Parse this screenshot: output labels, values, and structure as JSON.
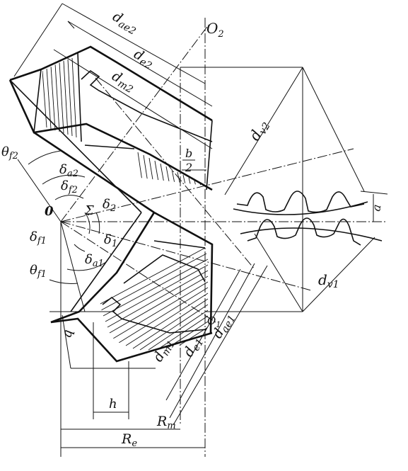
{
  "figure": {
    "labels": {
      "o2": "O",
      "o2_sub": "2",
      "o": "0",
      "o1": "O",
      "o1_sub": "1",
      "dae2": "d",
      "dae2_sub": "ae2",
      "de2": "d",
      "de2_sub": "e2",
      "dm2": "d",
      "dm2_sub": "m2",
      "dae1": "d",
      "dae1_sub": "ae1",
      "de1": "d",
      "de1_sub": "e1",
      "dm1": "d",
      "dm1_sub": "m1",
      "dv2": "d",
      "dv2_sub": "v2",
      "dv1": "d",
      "dv1_sub": "v1",
      "theta_f2": "θ",
      "theta_f2_sub": "f2",
      "theta_f1": "θ",
      "theta_f1_sub": "f1",
      "delta_a2": "δ",
      "delta_a2_sub": "a2",
      "delta_f2": "δ",
      "delta_f2_sub": "f2",
      "delta_2": "δ",
      "delta_2_sub": "2",
      "delta_1": "δ",
      "delta_1_sub": "1",
      "delta_f1": "δ",
      "delta_f1_sub": "f1",
      "delta_a1": "δ",
      "delta_a1_sub": "a1",
      "sigma": "Σ",
      "b_num": "b",
      "b_den": "2",
      "q": "q",
      "h": "h",
      "a": "a",
      "rm": "R",
      "rm_sub": "m",
      "re": "R",
      "re_sub": "e"
    }
  }
}
